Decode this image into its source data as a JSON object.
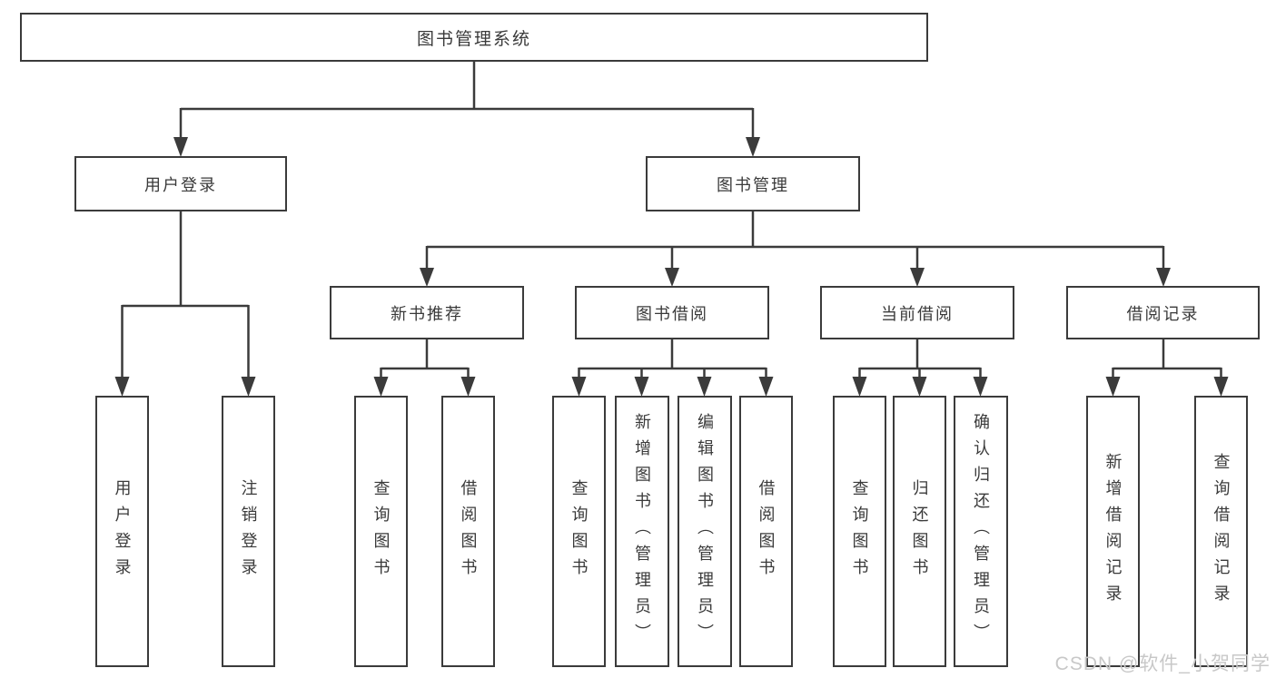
{
  "diagram_title": "图书管理系统",
  "tree": {
    "root": {
      "label": "图书管理系统"
    },
    "level2": [
      {
        "label": "用户登录",
        "children": [
          {
            "label": "用户登录"
          },
          {
            "label": "注销登录"
          }
        ]
      },
      {
        "label": "图书管理",
        "groups": [
          {
            "label": "新书推荐",
            "children": [
              {
                "label": "查询图书"
              },
              {
                "label": "借阅图书"
              }
            ]
          },
          {
            "label": "图书借阅",
            "children": [
              {
                "label": "查询图书"
              },
              {
                "label": "新增图书（管理员）"
              },
              {
                "label": "编辑图书（管理员）"
              },
              {
                "label": "借阅图书"
              }
            ]
          },
          {
            "label": "当前借阅",
            "children": [
              {
                "label": "查询图书"
              },
              {
                "label": "归还图书"
              },
              {
                "label": "确认归还（管理员）"
              }
            ]
          },
          {
            "label": "借阅记录",
            "children": [
              {
                "label": "新增借阅记录"
              },
              {
                "label": "查询借阅记录"
              }
            ]
          }
        ]
      }
    ]
  },
  "watermark": {
    "text": "CSDN @软件_小贺同学"
  },
  "colors": {
    "line": "#3b3b3b",
    "box_border": "#3b3b3b",
    "box_background": "#ffffff",
    "text": "#3a3a3a",
    "watermark": "#c8c8c8",
    "page_background": "#ffffff"
  }
}
